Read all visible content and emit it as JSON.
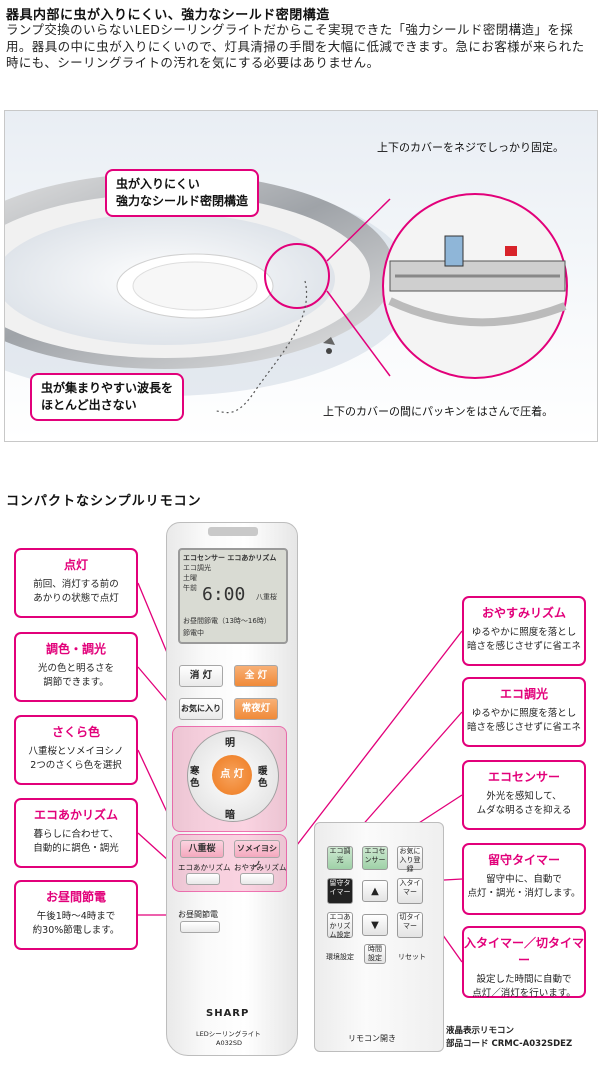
{
  "section1": {
    "title": "器具内部に虫が入りにくい、強力なシールド密閉構造",
    "body": "ランプ交換のいらないLEDシーリングライトだからこそ実現できた「強力シールド密閉構造」を採用。器具の中に虫が入りにくいので、灯具清掃の手間を大幅に低減できます。急にお客様が来られた時にも、シーリングライトの汚れを気にする必要はありません。",
    "callout_top": [
      "虫が入りにくい",
      "強力なシールド密閉構造"
    ],
    "callout_bottom": [
      "虫が集まりやすい波長を",
      "ほとんど出さない"
    ],
    "note_top": "上下のカバーをネジでしっかり固定。",
    "note_bottom": "上下のカバーの間にパッキンをはさんで圧着。"
  },
  "section2": {
    "title": "コンパクトなシンプルリモコン",
    "left_boxes": [
      {
        "head": "点灯",
        "text": [
          "前回、消灯する前の",
          "あかりの状態で点灯"
        ]
      },
      {
        "head": "調色・調光",
        "text": [
          "光の色と明るさを",
          "調節できます。"
        ]
      },
      {
        "head": "さくら色",
        "text": [
          "八重桜とソメイヨシノ",
          "2つのさくら色を選択"
        ]
      },
      {
        "head": "エコあかリズム",
        "text": [
          "暮らしに合わせて、",
          "自動的に調色・調光"
        ]
      },
      {
        "head": "お昼間節電",
        "text": [
          "午後1時〜4時まで",
          "約30%節電します。"
        ]
      }
    ],
    "right_boxes": [
      {
        "head": "おやすみリズム",
        "text": [
          "ゆるやかに照度を落とし",
          "暗さを感じさせずに省エネ"
        ]
      },
      {
        "head": "エコ調光",
        "text": [
          "ゆるやかに照度を落とし",
          "暗さを感じさせずに省エネ"
        ]
      },
      {
        "head": "エコセンサー",
        "text": [
          "外光を感知して、",
          "ムダな明るさを抑える"
        ]
      },
      {
        "head": "留守タイマー",
        "text": [
          "留守中に、自動で",
          "点灯・調光・消灯します。"
        ]
      },
      {
        "head": "入タイマー／切タイマー",
        "text": [
          "設定した時間に自動で",
          "点灯／消灯を行います。"
        ]
      }
    ],
    "remote": {
      "lcd_line1": "エコセンサー エコあかリズム",
      "lcd_line2": "エコ調光",
      "lcd_line3": "土曜",
      "lcd_line4": "午前",
      "lcd_time": "6:00",
      "lcd_mode": "八重桜",
      "lcd_line5": "お昼間節電（13時〜16時）",
      "lcd_line6": "節電中",
      "btn_off": "消 灯",
      "btn_full": "全 灯",
      "btn_fav": "お気に入り",
      "btn_night": "常夜灯",
      "dpad_up": "明",
      "dpad_down": "暗",
      "dpad_left": "寒色",
      "dpad_right": "暖色",
      "dpad_center": "点 灯",
      "btn_yae": "八重桜",
      "btn_somei": "ソメイヨシノ",
      "btn_eco_rhythm": "エコあかリズム",
      "btn_sleep_rhythm": "おやすみリズム",
      "btn_daytime": "お昼間節電",
      "brand": "SHARP",
      "model_label": "LEDシーリングライト",
      "model_code": "A032SD"
    },
    "remote_open": {
      "b_eco_dim": "エコ調光",
      "b_eco_sensor": "エコセンサー",
      "b_fav_reg": "お気に入り登録",
      "b_away": "留守タイマー",
      "b_on_timer": "入タイマー",
      "b_off_timer": "切タイマー",
      "b_eco_set": "エコあかリズム設定",
      "b_clock": "時間設定",
      "b_env": "環境設定",
      "b_reset": "リセット",
      "label": "リモコン開き"
    },
    "caption": [
      "液晶表示リモコン",
      "部品コード CRMC-A032SDEZ"
    ]
  },
  "colors": {
    "accent": "#e2007a",
    "orange": "#f08a38"
  }
}
